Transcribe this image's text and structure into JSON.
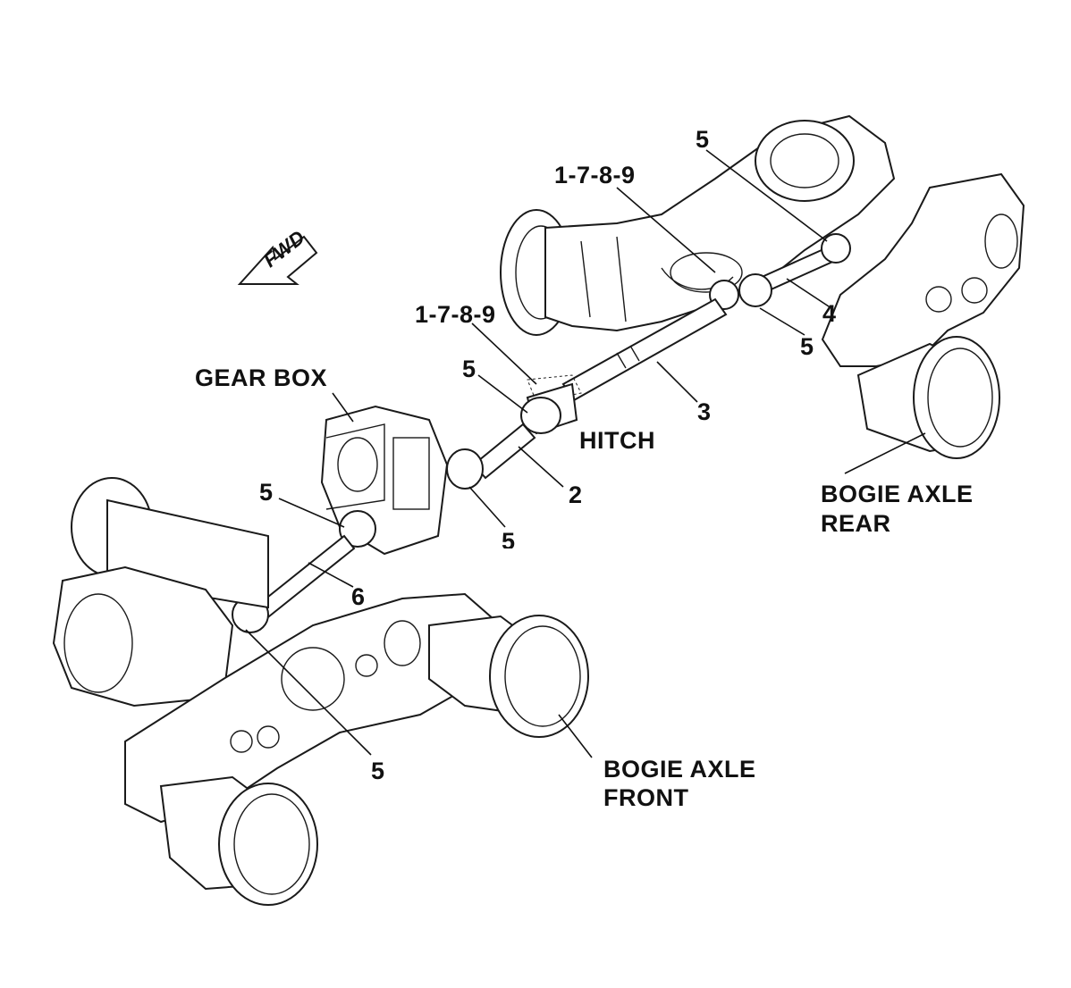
{
  "labels": {
    "gear_box": "GEAR BOX",
    "hitch": "HITCH",
    "fwd": "FWD",
    "bogie_rear_line1": "BOGIE AXLE",
    "bogie_rear_line2": "REAR",
    "bogie_front_line1": "BOGIE AXLE",
    "bogie_front_line2": "FRONT",
    "callout_1789_top": "1-7-8-9",
    "callout_1789_mid": "1-7-8-9",
    "callout_5_top": "5",
    "callout_4": "4",
    "callout_5_rear_lower": "5",
    "callout_3": "3",
    "callout_5_hitch": "5",
    "callout_2": "2",
    "callout_5_gearbox_right": "5",
    "callout_5_gearbox_left": "5",
    "callout_6": "6",
    "callout_5_bottom": "5"
  },
  "icons": {
    "fwd_arrow": "fwd-arrow-icon"
  }
}
